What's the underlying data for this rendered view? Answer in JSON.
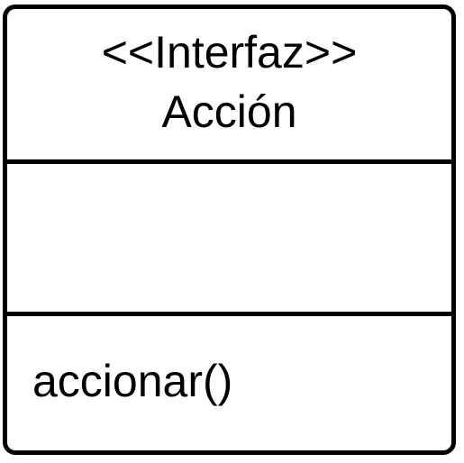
{
  "uml_class": {
    "stereotype": "<<Interfaz>>",
    "name": "Acción",
    "attributes": [],
    "operations": [
      "accionar()"
    ]
  },
  "colors": {
    "stroke": "#000000",
    "background": "#ffffff",
    "text": "#000000"
  }
}
